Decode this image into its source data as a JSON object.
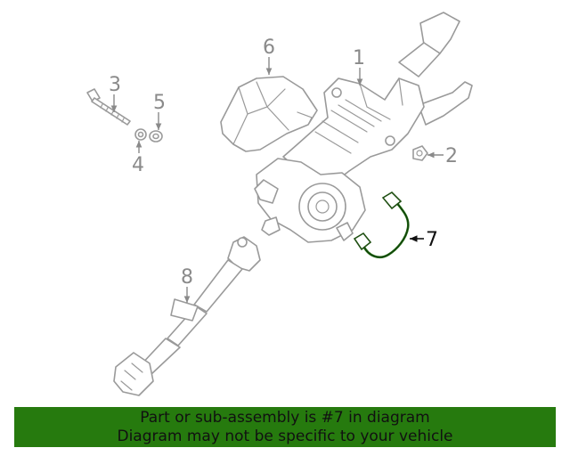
{
  "callouts": {
    "c1": "1",
    "c2": "2",
    "c3": "3",
    "c4": "4",
    "c5": "5",
    "c6": "6",
    "c7": "7",
    "c8": "8"
  },
  "highlight_color": "#1f6b12",
  "banner": {
    "line1": "Part or sub-assembly is #7 in diagram",
    "line2": "Diagram may not be specific to your vehicle",
    "background": "#267a0e"
  }
}
